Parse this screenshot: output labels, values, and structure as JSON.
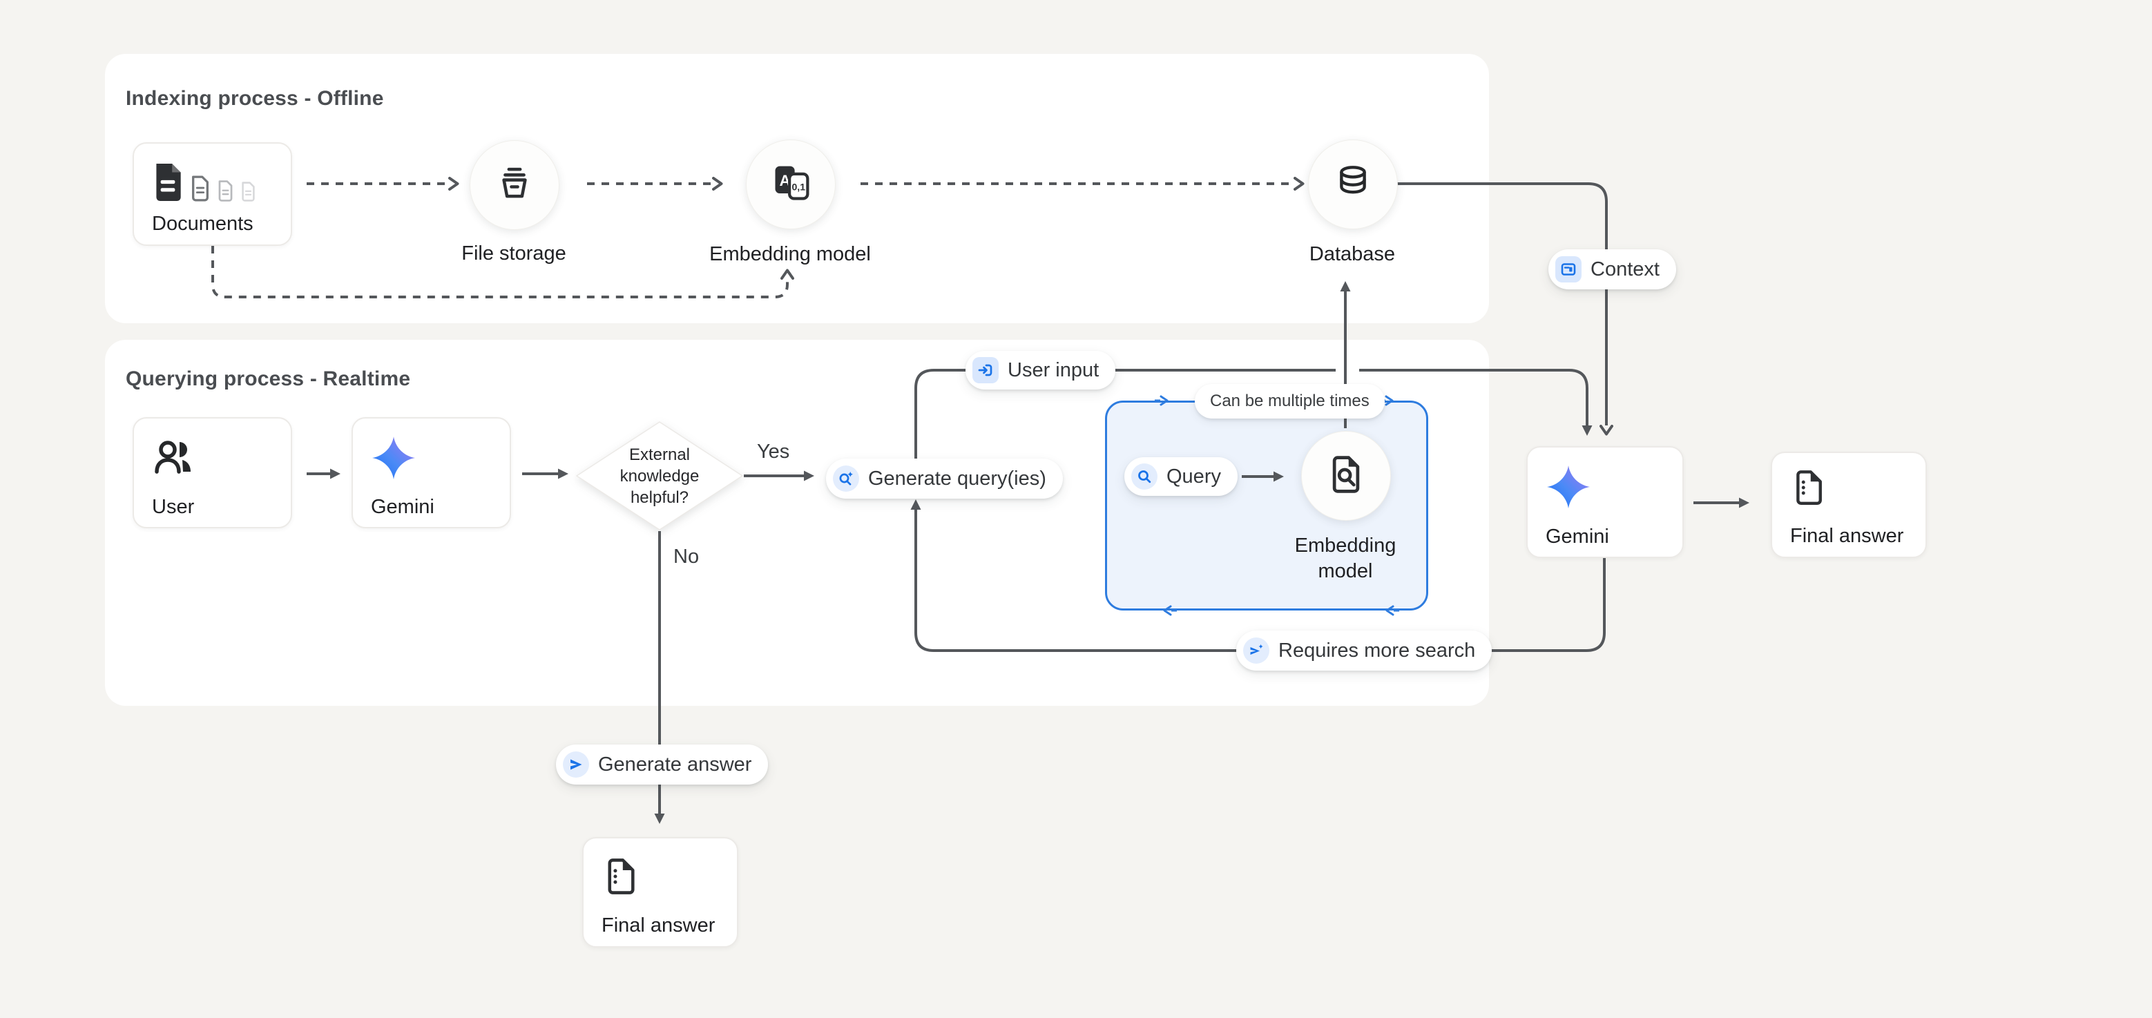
{
  "colors": {
    "page_bg": "#f5f4f1",
    "panel_bg": "#ffffff",
    "accent_blue": "#1a73e8",
    "loop_border_blue": "#2e7cdf",
    "loop_fill_blue": "#edf3fc",
    "icon_chip_bg": "#e3edfd",
    "connector_gray": "#54575b",
    "title_gray": "#4a4d51",
    "gemini_gradient_start": "#1b6ef3",
    "gemini_gradient_end": "#a777f2"
  },
  "panels": {
    "indexing": {
      "title": "Indexing process - Offline"
    },
    "querying": {
      "title": "Querying process - Realtime"
    }
  },
  "indexing": {
    "documents": {
      "label": "Documents"
    },
    "file_storage": {
      "label": "File storage"
    },
    "embedding_model": {
      "label": "Embedding model"
    },
    "database": {
      "label": "Database"
    }
  },
  "querying": {
    "user": {
      "label": "User"
    },
    "gemini": {
      "label": "Gemini"
    },
    "decision": {
      "line1": "External",
      "line2": "knowledge",
      "line3": "helpful?",
      "yes": "Yes",
      "no": "No"
    },
    "generate_queries": {
      "label": "Generate query(ies)"
    },
    "loop": {
      "note": "Can be multiple times",
      "query": {
        "label": "Query"
      },
      "embedding_model": {
        "line1": "Embedding",
        "line2": "model"
      }
    }
  },
  "badges": {
    "context": {
      "label": "Context"
    },
    "user_input": {
      "label": "User input"
    },
    "requires_more_search": {
      "label": "Requires more search"
    },
    "generate_answer": {
      "label": "Generate answer"
    }
  },
  "output": {
    "gemini": {
      "label": "Gemini"
    },
    "final_answer_right": {
      "label": "Final answer"
    },
    "final_answer_bottom": {
      "label": "Final answer"
    }
  }
}
